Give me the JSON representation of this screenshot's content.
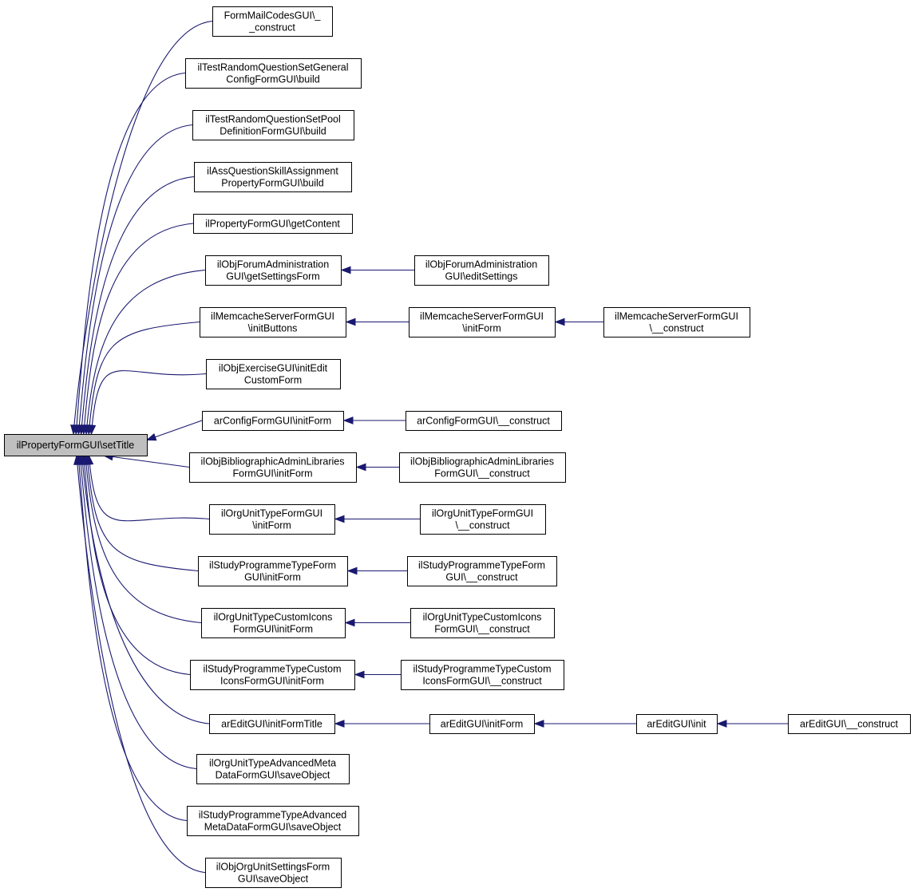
{
  "title": "ilPropertyFormGUI\\setTitle call graph",
  "colors": {
    "edge": "#191970",
    "node_border": "#000000",
    "node_fill": "#ffffff",
    "root_fill": "#bfbfbf"
  },
  "nodes": {
    "root": {
      "lines": [
        "ilPropertyFormGUI\\setTitle"
      ]
    },
    "n1": {
      "lines": [
        "FormMailCodesGUI\\_",
        "_construct"
      ]
    },
    "n2": {
      "lines": [
        "ilTestRandomQuestionSetGeneral",
        "ConfigFormGUI\\build"
      ]
    },
    "n3": {
      "lines": [
        "ilTestRandomQuestionSetPool",
        "DefinitionFormGUI\\build"
      ]
    },
    "n4": {
      "lines": [
        "ilAssQuestionSkillAssignment",
        "PropertyFormGUI\\build"
      ]
    },
    "n5": {
      "lines": [
        "ilPropertyFormGUI\\getContent"
      ]
    },
    "n6": {
      "lines": [
        "ilObjForumAdministration",
        "GUI\\getSettingsForm"
      ]
    },
    "n6a": {
      "lines": [
        "ilObjForumAdministration",
        "GUI\\editSettings"
      ]
    },
    "n7": {
      "lines": [
        "ilMemcacheServerFormGUI",
        "\\initButtons"
      ]
    },
    "n7a": {
      "lines": [
        "ilMemcacheServerFormGUI",
        "\\initForm"
      ]
    },
    "n7b": {
      "lines": [
        "ilMemcacheServerFormGUI",
        "\\__construct"
      ]
    },
    "n8": {
      "lines": [
        "ilObjExerciseGUI\\initEdit",
        "CustomForm"
      ]
    },
    "n9": {
      "lines": [
        "arConfigFormGUI\\initForm"
      ]
    },
    "n9a": {
      "lines": [
        "arConfigFormGUI\\__construct"
      ]
    },
    "n10": {
      "lines": [
        "ilObjBibliographicAdminLibraries",
        "FormGUI\\initForm"
      ]
    },
    "n10a": {
      "lines": [
        "ilObjBibliographicAdminLibraries",
        "FormGUI\\__construct"
      ]
    },
    "n11": {
      "lines": [
        "ilOrgUnitTypeFormGUI",
        "\\initForm"
      ]
    },
    "n11a": {
      "lines": [
        "ilOrgUnitTypeFormGUI",
        "\\__construct"
      ]
    },
    "n12": {
      "lines": [
        "ilStudyProgrammeTypeForm",
        "GUI\\initForm"
      ]
    },
    "n12a": {
      "lines": [
        "ilStudyProgrammeTypeForm",
        "GUI\\__construct"
      ]
    },
    "n13": {
      "lines": [
        "ilOrgUnitTypeCustomIcons",
        "FormGUI\\initForm"
      ]
    },
    "n13a": {
      "lines": [
        "ilOrgUnitTypeCustomIcons",
        "FormGUI\\__construct"
      ]
    },
    "n14": {
      "lines": [
        "ilStudyProgrammeTypeCustom",
        "IconsFormGUI\\initForm"
      ]
    },
    "n14a": {
      "lines": [
        "ilStudyProgrammeTypeCustom",
        "IconsFormGUI\\__construct"
      ]
    },
    "n15": {
      "lines": [
        "arEditGUI\\initFormTitle"
      ]
    },
    "n15a": {
      "lines": [
        "arEditGUI\\initForm"
      ]
    },
    "n15b": {
      "lines": [
        "arEditGUI\\init"
      ]
    },
    "n15c": {
      "lines": [
        "arEditGUI\\__construct"
      ]
    },
    "n16": {
      "lines": [
        "ilOrgUnitTypeAdvancedMeta",
        "DataFormGUI\\saveObject"
      ]
    },
    "n17": {
      "lines": [
        "ilStudyProgrammeTypeAdvanced",
        "MetaDataFormGUI\\saveObject"
      ]
    },
    "n18": {
      "lines": [
        "ilObjOrgUnitSettingsForm",
        "GUI\\saveObject"
      ]
    }
  }
}
